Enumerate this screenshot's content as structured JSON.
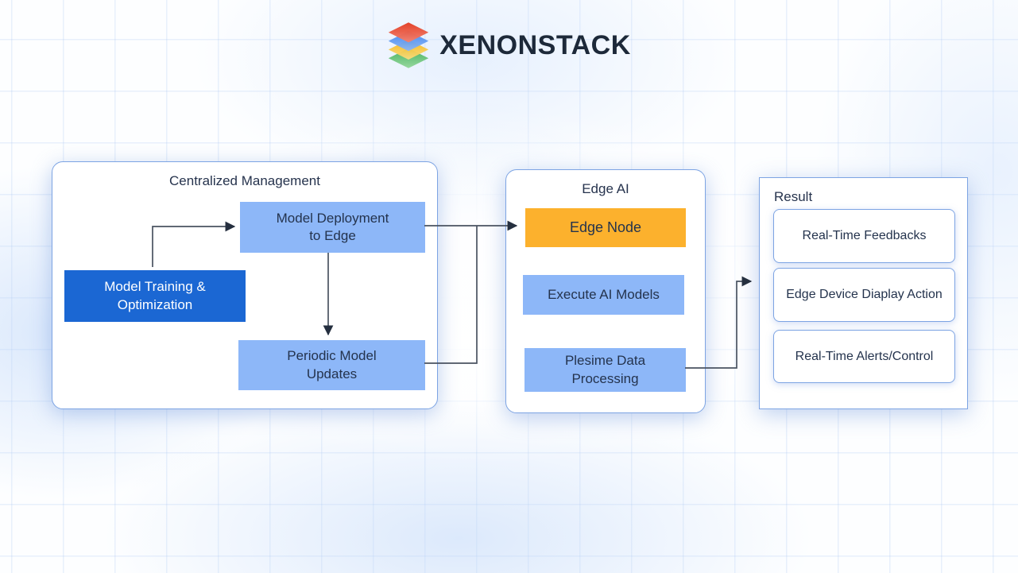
{
  "brand": {
    "name": "XENONSTACK",
    "logo_icon": "layer-stack-icon",
    "logo_layer_colors": [
      "#e8452f",
      "#4285f4",
      "#fbbc2d",
      "#4cb45f"
    ]
  },
  "diagram": {
    "colors": {
      "primary_blue": "#1b67d3",
      "light_blue": "#8db7f8",
      "orange": "#fcb12d",
      "container_border": "#7da4e3",
      "text_navy": "#24334d",
      "arrow": "#4a5361"
    },
    "groups": [
      {
        "id": "centralized-management",
        "title": "Centralized Management",
        "nodes": [
          {
            "id": "model-deployment",
            "label": "Model Deployment\nto Edge",
            "style": "light"
          },
          {
            "id": "model-training",
            "label": "Model Training &\nOptimization",
            "style": "dark"
          },
          {
            "id": "periodic-updates",
            "label": "Periodic Model\nUpdates",
            "style": "light"
          }
        ]
      },
      {
        "id": "edge-ai",
        "title": "Edge AI",
        "nodes": [
          {
            "id": "edge-node",
            "label": "Edge Node",
            "style": "orange"
          },
          {
            "id": "execute-ai-models",
            "label": "Execute AI Models",
            "style": "light"
          },
          {
            "id": "plesime-data-processing",
            "label": "Plesime Data\nProcessing",
            "style": "light"
          }
        ]
      },
      {
        "id": "result",
        "title": "Result",
        "nodes": [
          {
            "id": "real-time-feedbacks",
            "label": "Real-Time Feedbacks",
            "style": "card"
          },
          {
            "id": "edge-device-diaplay-action",
            "label": "Edge Device Diaplay Action",
            "style": "card"
          },
          {
            "id": "real-time-alerts-control",
            "label": "Real-Time Alerts/Control",
            "style": "card"
          }
        ]
      }
    ],
    "connectors": [
      {
        "from": "model-training",
        "to": "model-deployment"
      },
      {
        "from": "model-deployment",
        "to": "periodic-updates"
      },
      {
        "from": "model-deployment",
        "to": "edge-node"
      },
      {
        "from": "periodic-updates",
        "to": "edge-node"
      },
      {
        "from": "plesime-data-processing",
        "to": "result"
      }
    ]
  }
}
